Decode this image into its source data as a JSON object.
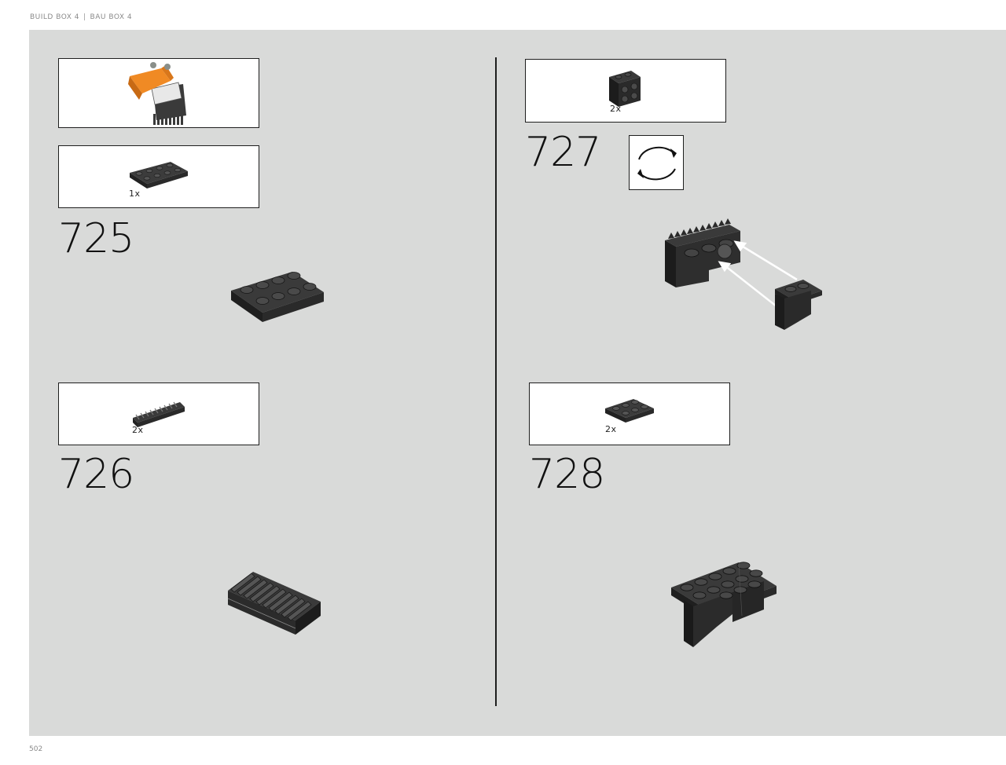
{
  "header": {
    "left": "BUILD BOX 4",
    "separator": "|",
    "right": "BAU BOX 4"
  },
  "footer": {
    "page_number": "502"
  },
  "steps": [
    {
      "number": "725",
      "parts_qty": "1x"
    },
    {
      "number": "726",
      "parts_qty": "2x"
    },
    {
      "number": "727",
      "parts_qty": "2x"
    },
    {
      "number": "728",
      "parts_qty": "2x"
    }
  ],
  "colors": {
    "panel": "#d9dad9",
    "brick": "#2b2b2b",
    "accent": "#f08a24"
  }
}
